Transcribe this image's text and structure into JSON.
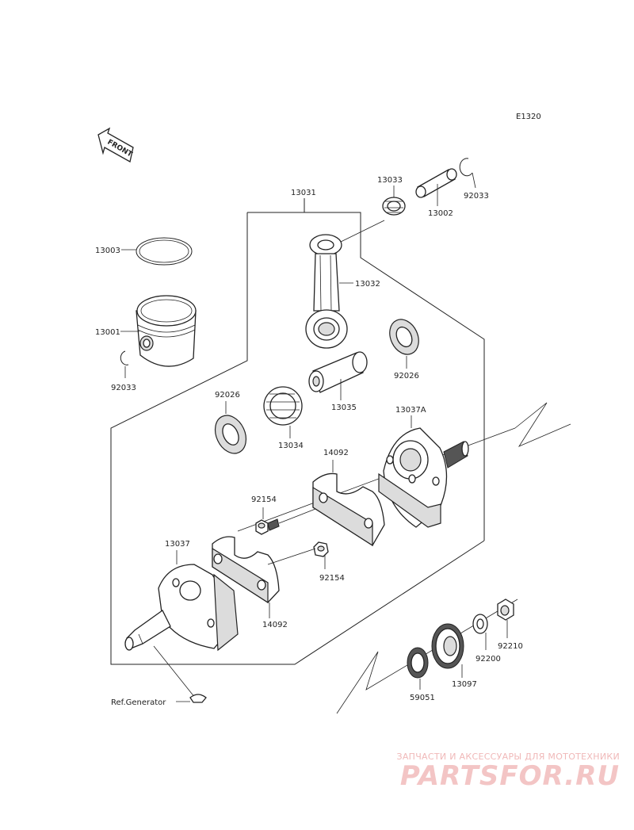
{
  "diagram_code": "E1320",
  "front_label": "FRONT",
  "ref_label": "Ref.Generator",
  "parts": {
    "p13031": "13031",
    "p13033": "13033",
    "p13002": "13002",
    "p92033_top": "92033",
    "p13003": "13003",
    "p13032": "13032",
    "p13001": "13001",
    "p92033_left": "92033",
    "p92026_right": "92026",
    "p13035": "13035",
    "p92026_left": "92026",
    "p13034": "13034",
    "p13037A": "13037A",
    "p14092_top": "14092",
    "p92154_top": "92154",
    "p13037": "13037",
    "p92154_bottom": "92154",
    "p14092_bottom": "14092",
    "p92210": "92210",
    "p92200": "92200",
    "p13097": "13097",
    "p59051": "59051"
  },
  "watermark": {
    "tagline": "ЗАПЧАСТИ И АКСЕССУАРЫ ДЛЯ МОТОТЕХНИКИ",
    "logo": "PARTSFOR.RU"
  }
}
